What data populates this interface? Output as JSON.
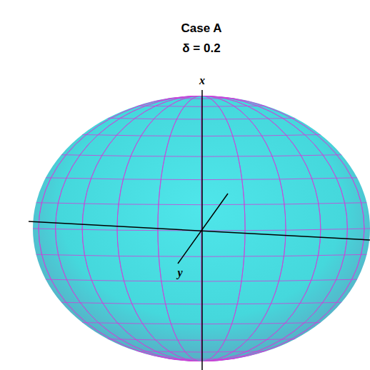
{
  "diagram": {
    "title": "Case A",
    "labels": [
      "δ = 0.2",
      "x",
      "y"
    ]
  }
}
